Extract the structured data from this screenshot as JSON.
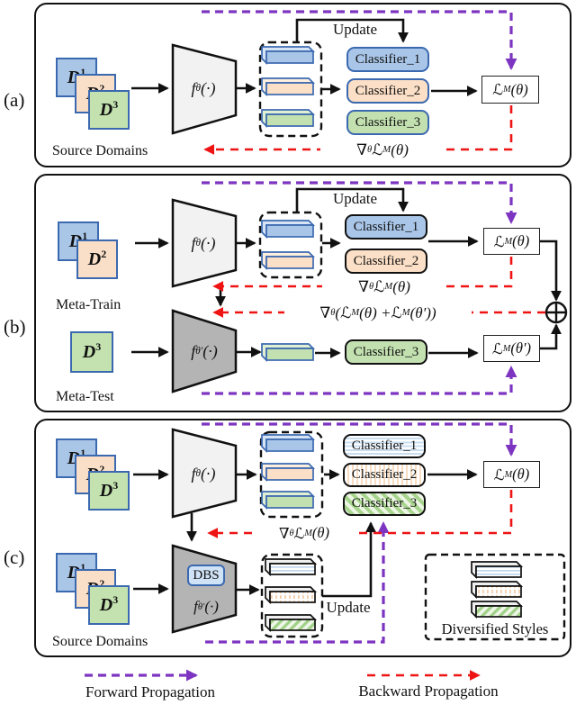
{
  "colors": {
    "forward_purple": "#7d35c1",
    "backward_red": "#ee1414",
    "domain_blue": "#aac6e7",
    "domain_peach": "#fadfc8",
    "domain_green": "#c3e2af",
    "border_blue": "#3b69b0"
  },
  "panels": {
    "a": {
      "label": "(a)",
      "caption": "Source Domains",
      "update": "Update",
      "classifiers": [
        "Classifier_1",
        "Classifier_2",
        "Classifier_3"
      ]
    },
    "b": {
      "label": "(b)",
      "meta_train": "Meta-Train",
      "meta_test": "Meta-Test",
      "update": "Update",
      "classifiers": [
        "Classifier_1",
        "Classifier_2"
      ],
      "classifier3": "Classifier_3"
    },
    "c": {
      "label": "(c)",
      "caption": "Source Domains",
      "update": "Update",
      "dbs": "DBS",
      "classifiers": [
        "Classifier_1",
        "Classifier_2",
        "Classifier_3"
      ],
      "diversified": "Diversified Styles"
    }
  },
  "domains": {
    "d1": {
      "sym": "D",
      "sup": "1"
    },
    "d2": {
      "sym": "D",
      "sup": "2"
    },
    "d3": {
      "sym": "D",
      "sup": "3"
    }
  },
  "expr": {
    "f_theta": {
      "f": "f",
      "sub": "θ",
      "args": "(·)"
    },
    "f_theta_p": {
      "f": "f",
      "sub": "θ′",
      "args": "(·)"
    },
    "lm": {
      "L": "ℒ",
      "sub": "M",
      "args": "(θ)"
    },
    "lm_p": {
      "L": "ℒ",
      "sub": "M",
      "args": "(θ′)"
    },
    "grad": {
      "nabla": "∇",
      "sub": "θ",
      "L": "ℒ",
      "Lsub": "M",
      "args": "(θ)"
    },
    "grad_sum": {
      "nabla": "∇",
      "sub": "θ",
      "p1": "(",
      "L1": "ℒ",
      "s1": "M",
      "m1": "(θ) + ",
      "L2": "ℒ",
      "s2": "M",
      "m2": "(θ′))"
    }
  },
  "legend": {
    "forward": "Forward Propagation",
    "backward": "Backward Propagation"
  }
}
